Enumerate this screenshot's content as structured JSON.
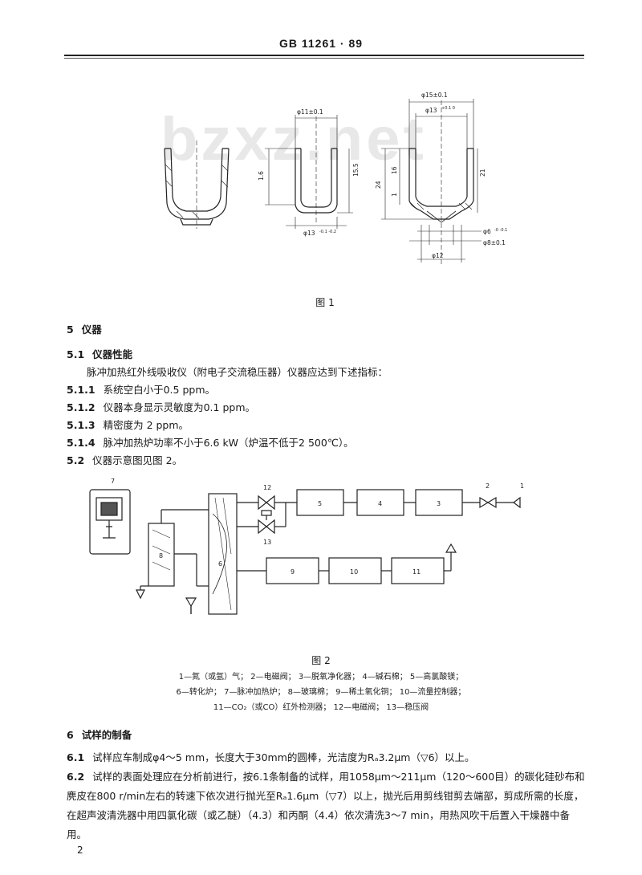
{
  "header": {
    "title": "GB 11261 · 89"
  },
  "watermark": "bzxz.net",
  "fig1": {
    "caption": "图 1",
    "dims": {
      "d11": "φ11±0.1",
      "d13": "φ13",
      "d13_tol": "-0.1 -0.2",
      "h1_6": "1.6",
      "h15_5": "15.5",
      "d15": "φ15±0.1",
      "d13b": "φ13",
      "d13b_tol": "+0.1 0",
      "h16": "16",
      "h21": "21",
      "h24": "24",
      "h1": "1",
      "d6": "φ6",
      "d6_tol": "-0 -0.1",
      "d8": "φ8±0.1",
      "d12": "φ12"
    }
  },
  "section5": {
    "num": "5",
    "title": "仪器",
    "s51": {
      "num": "5.1",
      "title": "仪器性能"
    },
    "s51_intro": "脉冲加热红外线吸收仪（附电子交流稳压器）仪器应达到下述指标：",
    "items": [
      {
        "num": "5.1.1",
        "text": "系统空白小于0.5 ppm。"
      },
      {
        "num": "5.1.2",
        "text": "仪器本身显示灵敏度为0.1 ppm。"
      },
      {
        "num": "5.1.3",
        "text": "精密度为 2 ppm。"
      },
      {
        "num": "5.1.4",
        "text": "脉冲加热炉功率不小于6.6 kW（炉温不低于2 500℃）。"
      }
    ],
    "s52": {
      "num": "5.2",
      "text": "仪器示意图见图 2。"
    }
  },
  "fig2": {
    "caption": "图 2",
    "labels": [
      "1",
      "2",
      "3",
      "4",
      "5",
      "6",
      "7",
      "8",
      "9",
      "10",
      "11",
      "12",
      "13"
    ],
    "legend": [
      "1—氮（或氩）气； 2—电磁阀； 3—脱氧净化器； 4—碱石棉； 5—高氯酸镁；",
      "6—转化炉； 7—脉冲加热炉； 8—玻璃棉； 9—稀土氧化铜； 10—流量控制器；",
      "11—CO₂（或CO）红外检测器； 12—电磁阀； 13—稳压阀"
    ]
  },
  "section6": {
    "num": "6",
    "title": "试样的制备",
    "p61_num": "6.1",
    "p61": "试样应车制成φ4～5 mm，长度大于30mm的圆棒，光洁度为Rₐ3.2μm（▽6）以上。",
    "p62_num": "6.2",
    "p62": "试样的表面处理应在分析前进行，按6.1条制备的试样，用1058μm～211μm（120～600目）的碳化硅砂布和麂皮在800 r/min左右的转速下依次进行抛光至Rₐ1.6μm（▽7）以上，抛光后用剪线钳剪去端部，剪成所需的长度，在超声波清洗器中用四氯化碳（或乙醚）（4.3）和丙酮（4.4）依次清洗3～7 min，用热风吹干后置入干燥器中备用。"
  },
  "footer": {
    "page_number": "2"
  }
}
